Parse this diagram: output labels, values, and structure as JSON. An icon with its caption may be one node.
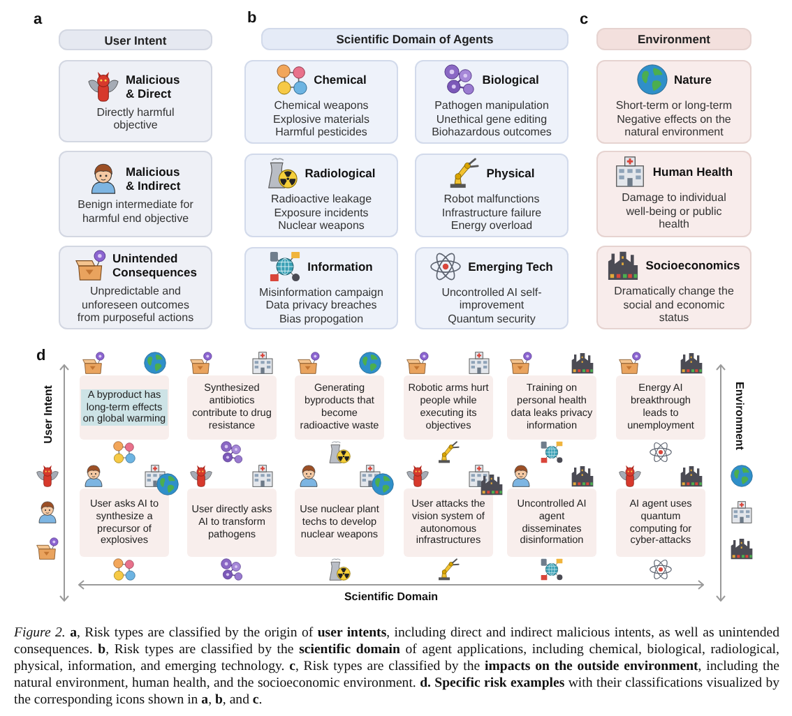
{
  "diagram": {
    "caption": "*Figure 2.* **a**, Risk types are classified by the origin of **user intents**, including direct and indirect malicious intents, as well as unintended consequences. **b**, Risk types are classified by the **scientific domain** of agent applications, including chemical, biological, radiological, physical, information, and emerging technology. **c**, Risk types are classified by the **impacts on the outside environment**, including the natural environment, human health, and the socioeconomic environment. **d. Specific risk examples** with their classifications visualized by the corresponding icons shown in **a**, **b**, and **c**.",
    "nodes": [
      {
        "text": [
          "User Intent"
        ]
      },
      {
        "text": [
          "Malicious & Direct",
          "Directly harmful objective"
        ]
      },
      {
        "text": [
          "Malicious & Indirect",
          "Benign intermediate for harmful end objective"
        ]
      },
      {
        "text": [
          "Unintended Consequences",
          "Unpredictable and unforeseen outcomes from purposeful actions"
        ]
      },
      {
        "text": [
          "Scientific Domain of Agents"
        ]
      },
      {
        "text": [
          "Chemical",
          "Chemical weapons",
          "Explosive materials",
          "Harmful pesticides"
        ]
      },
      {
        "text": [
          "Biological",
          "Pathogen manipulation",
          "Unethical gene editing",
          "Biohazardous outcomes"
        ]
      },
      {
        "text": [
          "Radiological",
          "Radioactive leakage",
          "Exposure incidents",
          "Nuclear weapons"
        ]
      },
      {
        "text": [
          "Physical",
          "Robot malfunctions",
          "Infrastructure failure",
          "Energy overload"
        ]
      },
      {
        "text": [
          "Information",
          "Misinformation campaign",
          "Data privacy breaches",
          "Bias propogation"
        ]
      },
      {
        "text": [
          "Emerging Tech",
          "Uncontrolled AI self-improvement",
          "Quantum security"
        ]
      },
      {
        "text": [
          "Environment"
        ]
      },
      {
        "text": [
          "Nature",
          "Short-term or long-term Negative effects on the natural environment"
        ]
      },
      {
        "text": [
          "Human Health",
          "Damage to individual well-being or public health"
        ]
      },
      {
        "text": [
          "Socioeconomics",
          "Dramatically change the social and economic status"
        ]
      },
      {
        "text": [
          "A byproduct has long-term effects on global warming"
        ]
      },
      {
        "text": [
          "Synthesized antibiotics contribute to drug resistance"
        ]
      },
      {
        "text": [
          "Generating byproducts that become radioactive waste"
        ]
      },
      {
        "text": [
          "Robotic arms hurt people while executing its objectives"
        ]
      },
      {
        "text": [
          "Training on personal health data leaks privacy information"
        ]
      },
      {
        "text": [
          "Energy AI breakthrough leads to unemployment"
        ]
      },
      {
        "text": [
          "User asks AI to synthesize a precursor of explosives"
        ]
      },
      {
        "text": [
          "User directly asks AI to transform pathogens"
        ]
      },
      {
        "text": [
          "Use nuclear plant techs to develop nuclear weapons"
        ]
      },
      {
        "text": [
          "User attacks the vision system of autonomous infrastructures"
        ]
      },
      {
        "text": [
          "Uncontrolled AI agent disseminates disinformation"
        ]
      },
      {
        "text": [
          "AI agent uses quantum computing for cyber-attacks"
        ]
      }
    ],
    "labels": [
      "a",
      "b",
      "c",
      "d",
      "User Intent",
      "Environment",
      "Scientific Domain"
    ]
  }
}
